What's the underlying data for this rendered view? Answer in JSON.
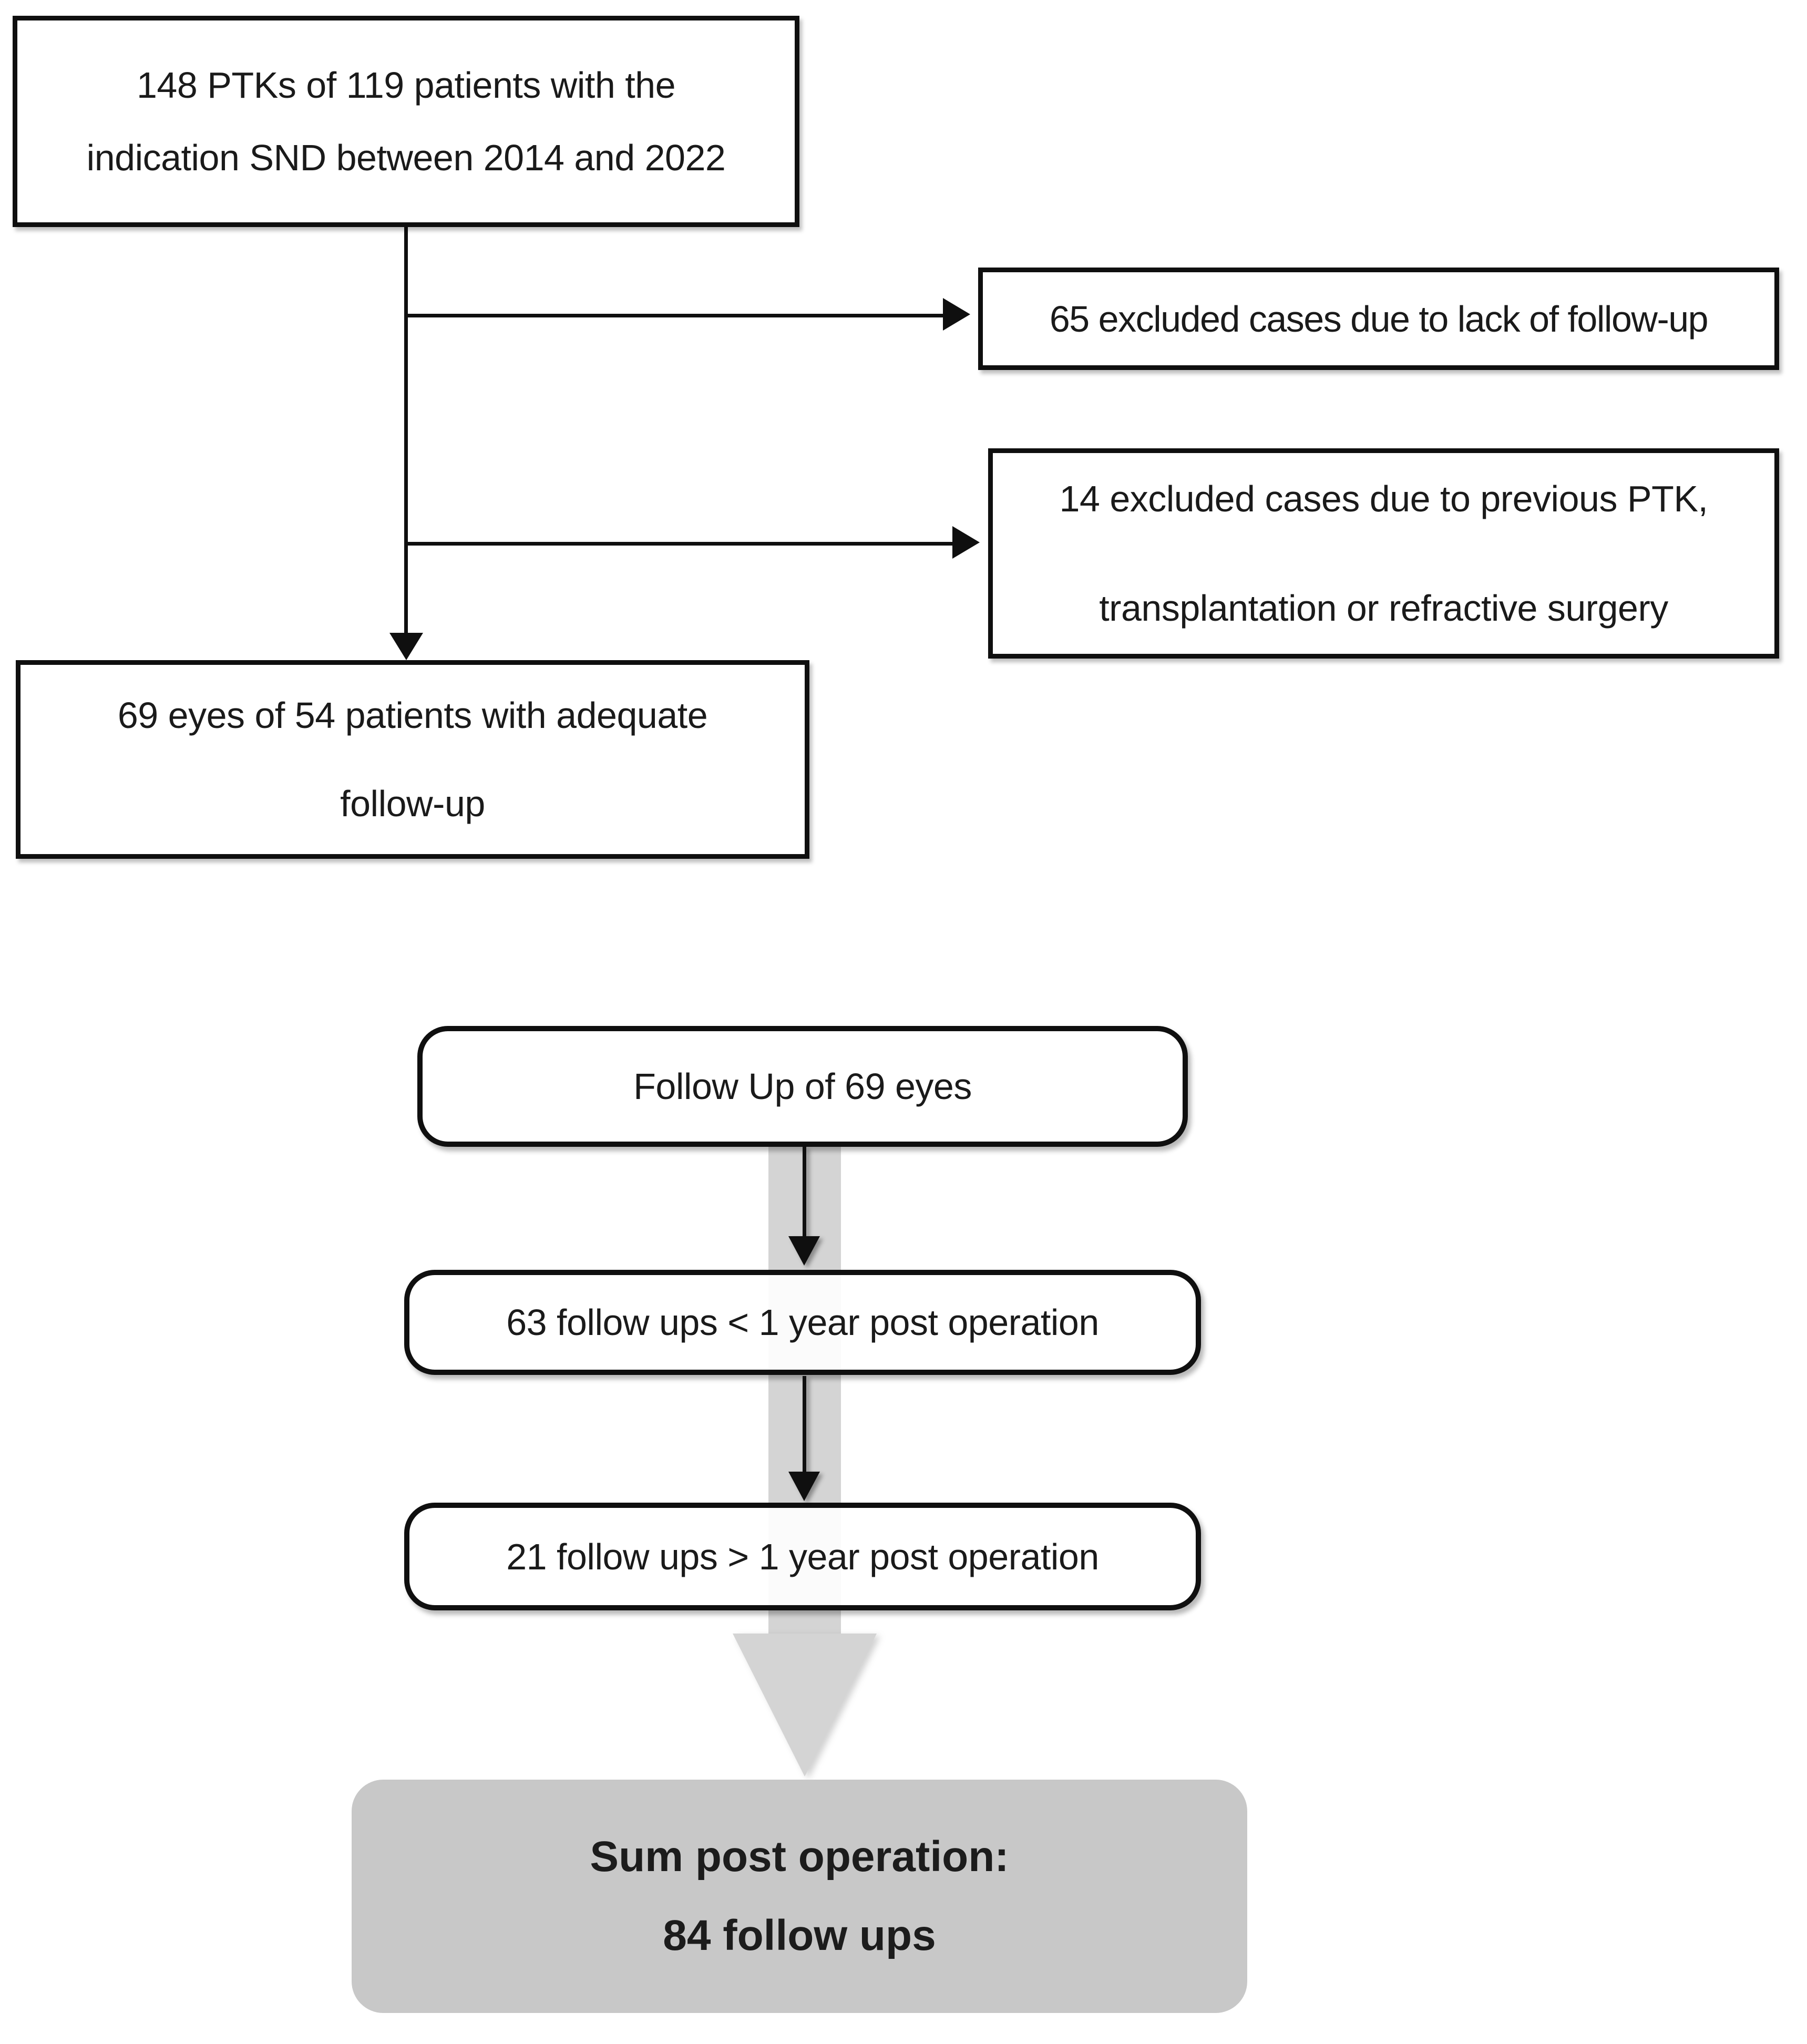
{
  "figure": {
    "top_flow": {
      "initial": {
        "lines": [
          "148 PTKs of 119 patients with the",
          "indication SND between 2014 and 2022"
        ]
      },
      "excluded_no_followup": {
        "lines": [
          "65 excluded cases due to lack of follow-up"
        ]
      },
      "excluded_previous": {
        "lines": [
          "14 excluded cases due to previous PTK,",
          "transplantation or refractive surgery"
        ]
      },
      "adequate": {
        "lines": [
          "69 eyes of 54 patients with adequate",
          "follow-up"
        ]
      }
    },
    "bottom_flow": {
      "followup_total": {
        "lines": [
          "Follow Up of 69 eyes"
        ]
      },
      "lt_one_year": {
        "lines": [
          "63 follow ups < 1 year post operation"
        ]
      },
      "gt_one_year": {
        "lines": [
          "21 follow ups > 1 year post operation"
        ]
      },
      "sum": {
        "lines": [
          "Sum post operation:",
          "84 follow ups"
        ]
      }
    },
    "colors": {
      "box_border": "#0f0f0f",
      "text": "#1a1a1a",
      "connector": "#0f0f0f",
      "gray_arrow": "#d4d4d4",
      "sum_box_background": "#c8c8c8"
    }
  }
}
